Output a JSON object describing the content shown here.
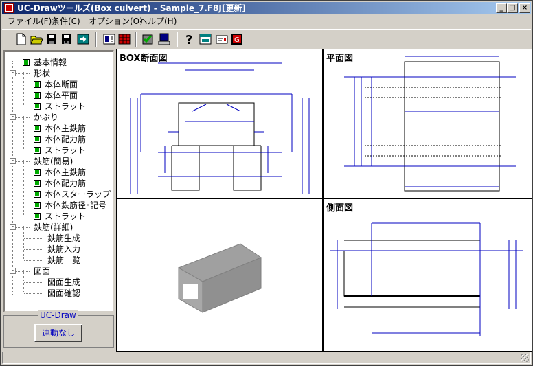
{
  "window": {
    "title": "UC-Drawツールズ(Box culvert) - Sample_7.F8J[更新]"
  },
  "menu": [
    "ファイル(F)",
    "条件(C)",
    "オプション(O)",
    "ヘルプ(H)"
  ],
  "tree": [
    {
      "label": "基本情報",
      "level": 0,
      "checked": true
    },
    {
      "label": "形状",
      "level": 0,
      "group": true
    },
    {
      "label": "本体断面",
      "level": 1,
      "checked": true
    },
    {
      "label": "本体平面",
      "level": 1,
      "checked": true
    },
    {
      "label": "ストラット",
      "level": 1,
      "checked": true
    },
    {
      "label": "かぶり",
      "level": 0,
      "group": true
    },
    {
      "label": "本体主鉄筋",
      "level": 1,
      "checked": true
    },
    {
      "label": "本体配力筋",
      "level": 1,
      "checked": true
    },
    {
      "label": "ストラット",
      "level": 1,
      "checked": true
    },
    {
      "label": "鉄筋(簡易)",
      "level": 0,
      "group": true
    },
    {
      "label": "本体主鉄筋",
      "level": 1,
      "checked": true
    },
    {
      "label": "本体配力筋",
      "level": 1,
      "checked": true
    },
    {
      "label": "本体スターラップ",
      "level": 1,
      "checked": true
    },
    {
      "label": "本体鉄筋径･記号",
      "level": 1,
      "checked": true
    },
    {
      "label": "ストラット",
      "level": 1,
      "checked": true
    },
    {
      "label": "鉄筋(詳細)",
      "level": 0,
      "group": true
    },
    {
      "label": "鉄筋生成",
      "level": 1
    },
    {
      "label": "鉄筋入力",
      "level": 1
    },
    {
      "label": "鉄筋一覧",
      "level": 1
    },
    {
      "label": "図面",
      "level": 0,
      "group": true
    },
    {
      "label": "図面生成",
      "level": 1
    },
    {
      "label": "図面確認",
      "level": 1
    }
  ],
  "ucdraw": {
    "group_label": "UC-Draw",
    "button_label": "連動なし"
  },
  "views": {
    "section": {
      "title": "BOX断面図"
    },
    "plan": {
      "title": "平面図"
    },
    "side": {
      "title": "側面図"
    }
  },
  "colors": {
    "dimension": "#0000c0",
    "outline": "#000000",
    "titlebar_start": "#0a246a"
  }
}
